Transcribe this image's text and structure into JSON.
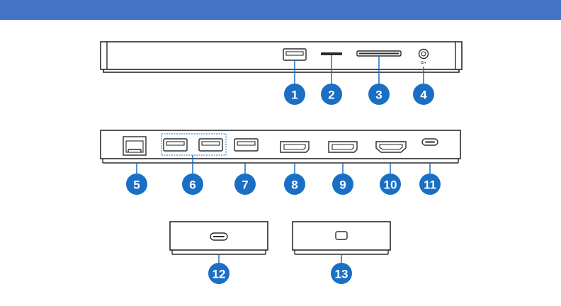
{
  "header": {
    "color": "#4472c4"
  },
  "accent_color": "#1a6fc4",
  "callouts": [
    "1",
    "2",
    "3",
    "4",
    "5",
    "6",
    "7",
    "8",
    "9",
    "10",
    "11",
    "12",
    "13"
  ],
  "ports": {
    "audio_jack_label": "Ω/◐"
  }
}
